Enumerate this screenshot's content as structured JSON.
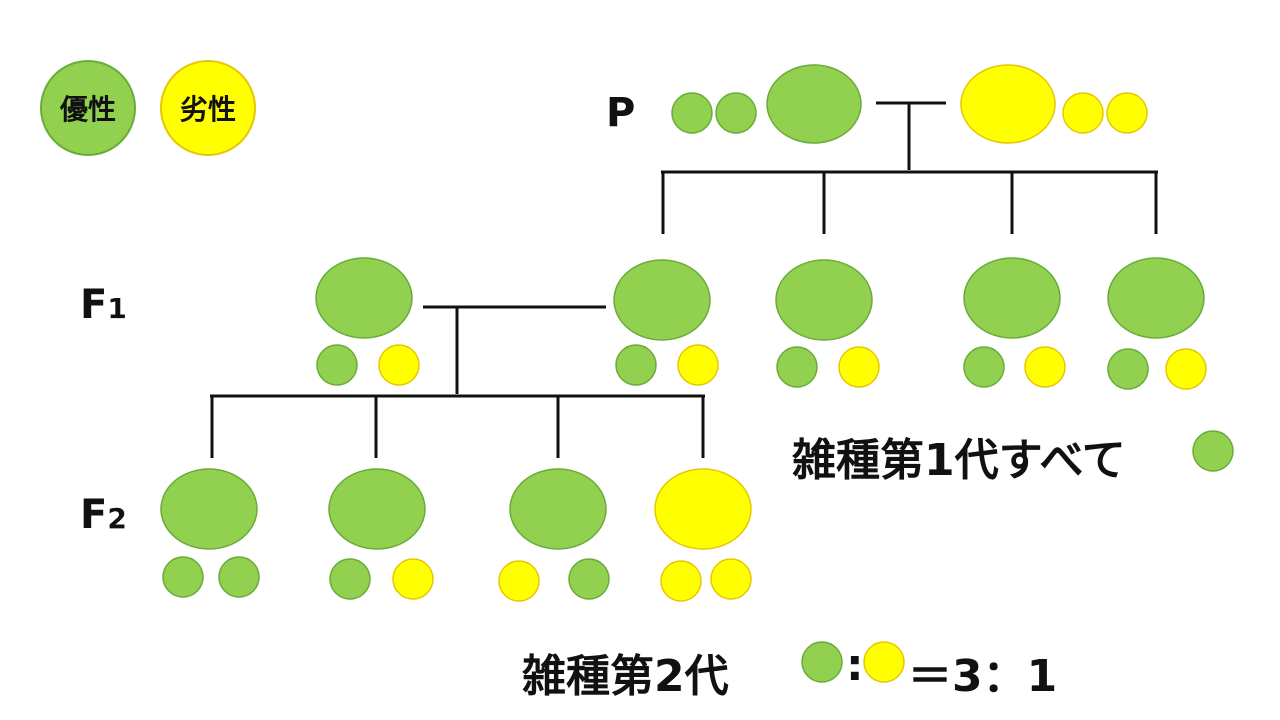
{
  "colors": {
    "dominant": "#92d050",
    "dominant_stroke": "#6aab3a",
    "recessive": "#ffff00",
    "recessive_stroke": "#e6c700",
    "line": "#111111"
  },
  "legend": {
    "dominant_label": "優性",
    "recessive_label": "劣性"
  },
  "generations": {
    "p_label": "P",
    "f1_main": "F",
    "f1_sub": "1",
    "f2_main": "F",
    "f2_sub": "2"
  },
  "captions": {
    "f1_text": "雑種第1代すべて",
    "f2_text": "雑種第2代",
    "f2_colon": ":",
    "f2_ratio": "＝3：1"
  },
  "parents": [
    {
      "body": "dominant",
      "alleles": [
        "dominant",
        "dominant"
      ]
    },
    {
      "body": "recessive",
      "alleles": [
        "recessive",
        "recessive"
      ]
    }
  ],
  "f1": [
    {
      "body": "dominant",
      "alleles": [
        "dominant",
        "recessive"
      ]
    },
    {
      "body": "dominant",
      "alleles": [
        "dominant",
        "recessive"
      ]
    },
    {
      "body": "dominant",
      "alleles": [
        "dominant",
        "recessive"
      ]
    },
    {
      "body": "dominant",
      "alleles": [
        "dominant",
        "recessive"
      ]
    },
    {
      "body": "dominant",
      "alleles": [
        "dominant",
        "recessive"
      ]
    }
  ],
  "f2": [
    {
      "body": "dominant",
      "alleles": [
        "dominant",
        "dominant"
      ]
    },
    {
      "body": "dominant",
      "alleles": [
        "dominant",
        "recessive"
      ]
    },
    {
      "body": "dominant",
      "alleles": [
        "recessive",
        "dominant"
      ]
    },
    {
      "body": "recessive",
      "alleles": [
        "recessive",
        "recessive"
      ]
    }
  ]
}
